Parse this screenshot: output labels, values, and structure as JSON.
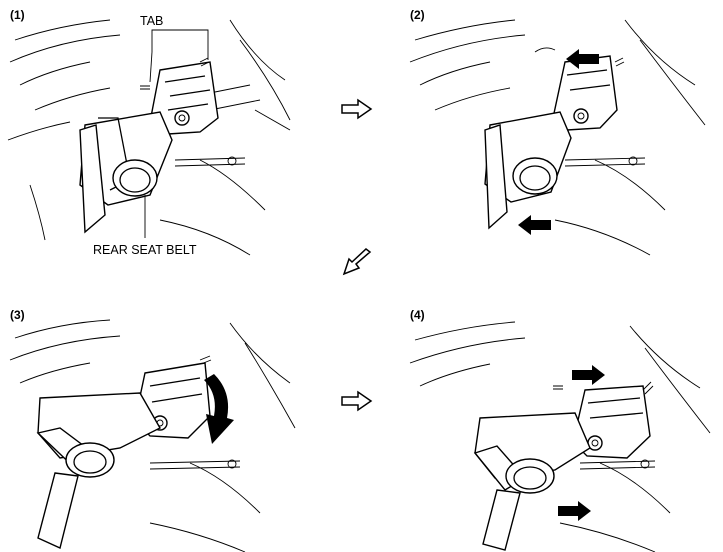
{
  "steps": [
    {
      "number": "(1)"
    },
    {
      "number": "(2)"
    },
    {
      "number": "(3)"
    },
    {
      "number": "(4)"
    }
  ],
  "labels": {
    "tab": "TAB",
    "rear_seat_belt": "REAR SEAT BELT"
  },
  "icons": {
    "step_arrow": "outline-arrow-icon",
    "direction_arrow": "solid-black-arrow-icon",
    "rotate_arrow": "curved-rotate-arrow-icon"
  }
}
